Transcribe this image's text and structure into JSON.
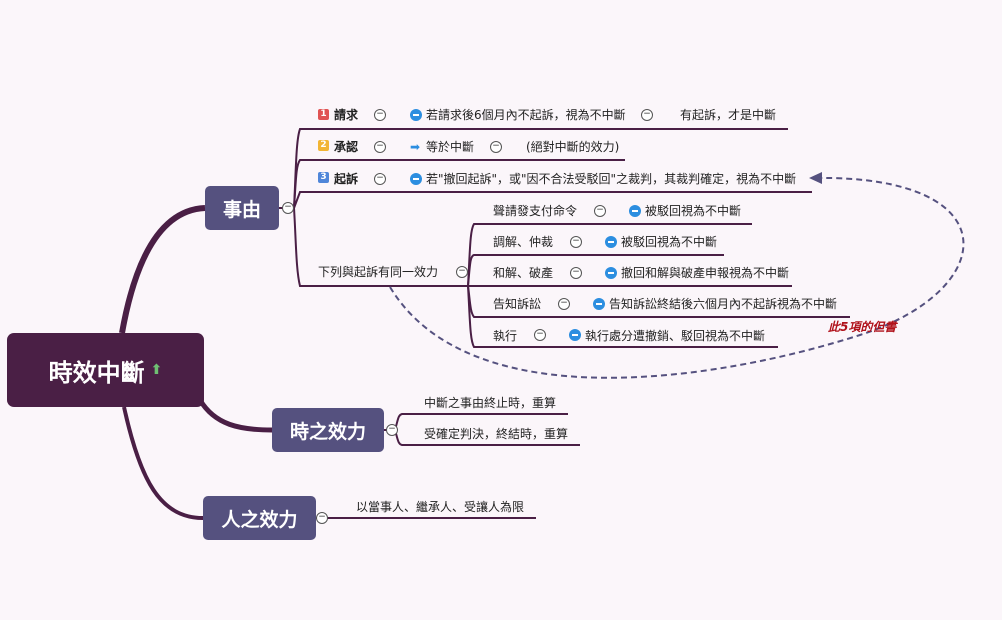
{
  "root": {
    "title": "時效中斷",
    "icon": "upload-arrow-icon"
  },
  "topics": {
    "reasons": "事由",
    "time_effect": "時之效力",
    "person_effect": "人之效力"
  },
  "reasons": {
    "item1": {
      "num": "1",
      "label": "請求",
      "sub": "若請求後6個月內不起訴，視為不中斷",
      "sub2": "有起訴，才是中斷"
    },
    "item2": {
      "num": "2",
      "label": "承認",
      "sub": "等於中斷",
      "sub2": "(絕對中斷的效力)"
    },
    "item3": {
      "num": "3",
      "label": "起訴",
      "sub": "若\"撤回起訴\"，或\"因不合法受駁回\"之裁判，其裁判確定，視為不中斷"
    },
    "same_effect": {
      "label": "下列與起訴有同一效力",
      "items": [
        {
          "label": "聲請發支付命令",
          "sub": "被駁回視為不中斷"
        },
        {
          "label": "調解、仲裁",
          "sub": "被駁回視為不中斷"
        },
        {
          "label": "和解、破產",
          "sub": "撤回和解與破產申報視為不中斷"
        },
        {
          "label": "告知訴訟",
          "sub": "告知訴訟終結後六個月內不起訴視為不中斷"
        },
        {
          "label": "執行",
          "sub": "執行處分遭撤銷、駁回視為不中斷"
        }
      ],
      "note": "此5項的但書"
    }
  },
  "time_effect": {
    "items": [
      "中斷之事由終止時，重算",
      "受確定判決，終結時，重算"
    ]
  },
  "person_effect": {
    "items": [
      "以當事人、繼承人、受讓人為限"
    ]
  },
  "colors": {
    "root": "#4a1f45",
    "topic": "#55517f",
    "num1": "#e05353",
    "num2": "#f2b534",
    "num3": "#4f86d9",
    "note": "#b0121b",
    "accent": "#2c8ee0"
  }
}
